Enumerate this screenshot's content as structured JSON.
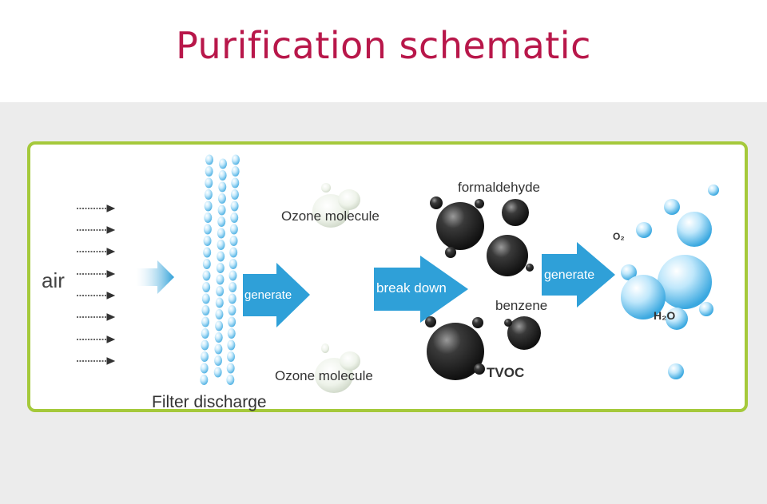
{
  "title": "Purification schematic",
  "labels": {
    "air": "air",
    "ozone_top": "Ozone molecule",
    "ozone_bottom": "Ozone molecule",
    "filter": "Filter discharge",
    "formaldehyde": "formaldehyde",
    "benzene": "benzene",
    "tvoc": "TVOC",
    "o2": "O₂",
    "h2o": "H₂O"
  },
  "arrows": {
    "generate_1": "generate",
    "break_down": "break down",
    "generate_2": "generate"
  },
  "colors": {
    "title": "#b8174a",
    "border": "#a5c93b",
    "arrow": "#2fa0d8",
    "molecule": "#2b2b2b",
    "water": "#8fd2f4"
  }
}
